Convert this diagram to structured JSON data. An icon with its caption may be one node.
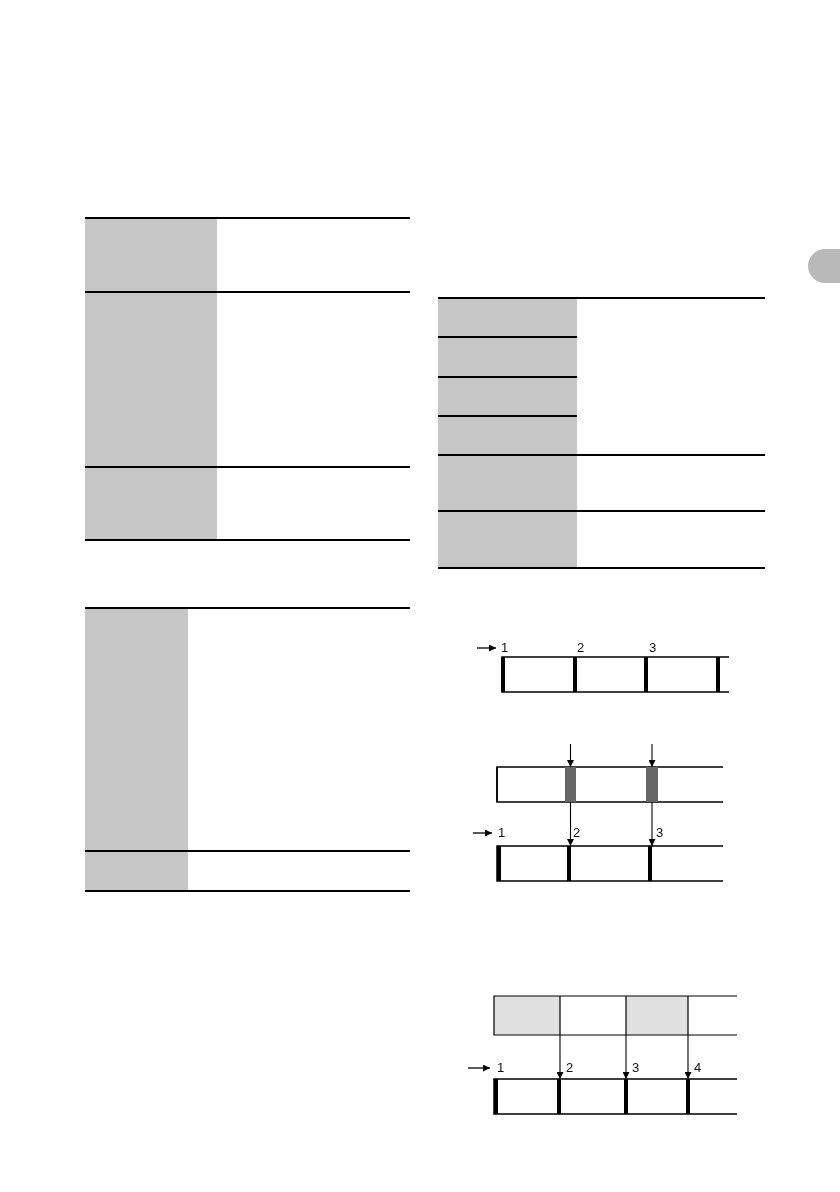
{
  "diagram": {
    "nodes": [
      {
        "text": [],
        "shape": "bar"
      },
      {
        "text": [],
        "shape": "bar"
      },
      {
        "text": [],
        "shape": "bar"
      },
      {
        "text": [],
        "shape": "bar"
      },
      {
        "text": [],
        "shape": "bar"
      },
      {
        "text": [],
        "shape": "bar"
      },
      {
        "text": [],
        "shape": "bar"
      }
    ],
    "edges": [
      {
        "from": null,
        "to": 0,
        "arrow": "to"
      },
      {
        "from": null,
        "to": 1,
        "arrow": "to"
      },
      {
        "from": 0,
        "to": 2,
        "arrow": "to"
      },
      {
        "from": 1,
        "to": 3,
        "arrow": "to"
      },
      {
        "from": null,
        "to": 4,
        "arrow": "to"
      },
      {
        "from": null,
        "to": 5,
        "arrow": "to"
      },
      {
        "from": null,
        "to": 6,
        "arrow": "to"
      }
    ],
    "labels": [
      "1",
      "2",
      "3",
      "1",
      "2",
      "3",
      "1",
      "2",
      "3",
      "4"
    ]
  }
}
